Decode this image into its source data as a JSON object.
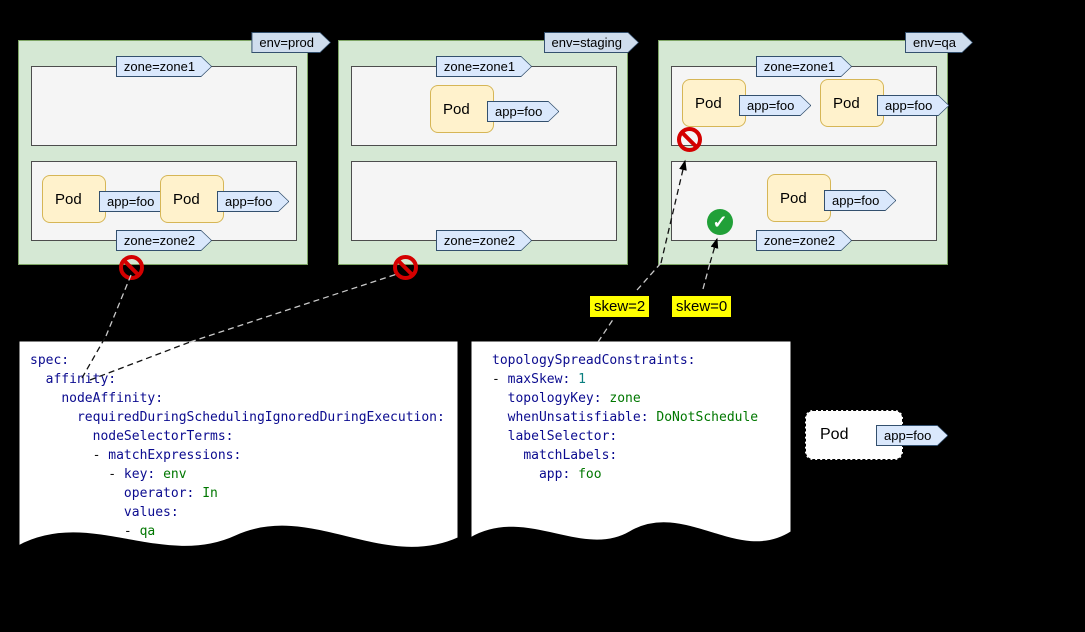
{
  "labels": {
    "pod": "Pod",
    "app_foo": "app=foo",
    "zone1": "zone=zone1",
    "zone2": "zone=zone2"
  },
  "clusters": [
    {
      "env": "env=prod",
      "status": "prohibited"
    },
    {
      "env": "env=staging",
      "status": "prohibited"
    },
    {
      "env": "env=qa",
      "status": "allowed-zone2-prohibited-zone1"
    }
  ],
  "skew": {
    "zone1": "skew=2",
    "zone2": "skew=0"
  },
  "icons": {
    "check": "✓"
  },
  "colors": {
    "cluster_bg": "#d5e8d4",
    "zone_bg": "#f5f5f5",
    "pod_bg": "#fff2cc",
    "tag_bg": "#dae8fc",
    "highlight": "#ffff00",
    "prohibit": "#d40000",
    "allow": "#21a038"
  },
  "yaml_left": {
    "lines": [
      [
        [
          "spec:",
          "key"
        ]
      ],
      [
        [
          "  ",
          "plain"
        ],
        [
          "affinity:",
          "key"
        ]
      ],
      [
        [
          "    ",
          "plain"
        ],
        [
          "nodeAffinity:",
          "key"
        ]
      ],
      [
        [
          "      ",
          "plain"
        ],
        [
          "requiredDuringSchedulingIgnoredDuringExecution:",
          "key"
        ]
      ],
      [
        [
          "        ",
          "plain"
        ],
        [
          "nodeSelectorTerms:",
          "key"
        ]
      ],
      [
        [
          "        - ",
          "plain"
        ],
        [
          "matchExpressions:",
          "key"
        ]
      ],
      [
        [
          "          - ",
          "plain"
        ],
        [
          "key:",
          "key"
        ],
        [
          " ",
          "plain"
        ],
        [
          "env",
          "value"
        ]
      ],
      [
        [
          "            ",
          "plain"
        ],
        [
          "operator:",
          "key"
        ],
        [
          " ",
          "plain"
        ],
        [
          "In",
          "value"
        ]
      ],
      [
        [
          "            ",
          "plain"
        ],
        [
          "values:",
          "key"
        ]
      ],
      [
        [
          "            - ",
          "plain"
        ],
        [
          "qa",
          "value"
        ]
      ]
    ]
  },
  "yaml_right": {
    "lines": [
      [
        [
          "topologySpreadConstraints:",
          "key"
        ]
      ],
      [
        [
          "- ",
          "plain"
        ],
        [
          "maxSkew:",
          "key"
        ],
        [
          " ",
          "plain"
        ],
        [
          "1",
          "num"
        ]
      ],
      [
        [
          "  ",
          "plain"
        ],
        [
          "topologyKey:",
          "key"
        ],
        [
          " ",
          "plain"
        ],
        [
          "zone",
          "value"
        ]
      ],
      [
        [
          "  ",
          "plain"
        ],
        [
          "whenUnsatisfiable:",
          "key"
        ],
        [
          " ",
          "plain"
        ],
        [
          "DoNotSchedule",
          "value"
        ]
      ],
      [
        [
          "  ",
          "plain"
        ],
        [
          "labelSelector:",
          "key"
        ]
      ],
      [
        [
          "    ",
          "plain"
        ],
        [
          "matchLabels:",
          "key"
        ]
      ],
      [
        [
          "      ",
          "plain"
        ],
        [
          "app:",
          "key"
        ],
        [
          " ",
          "plain"
        ],
        [
          "foo",
          "value"
        ]
      ]
    ]
  }
}
